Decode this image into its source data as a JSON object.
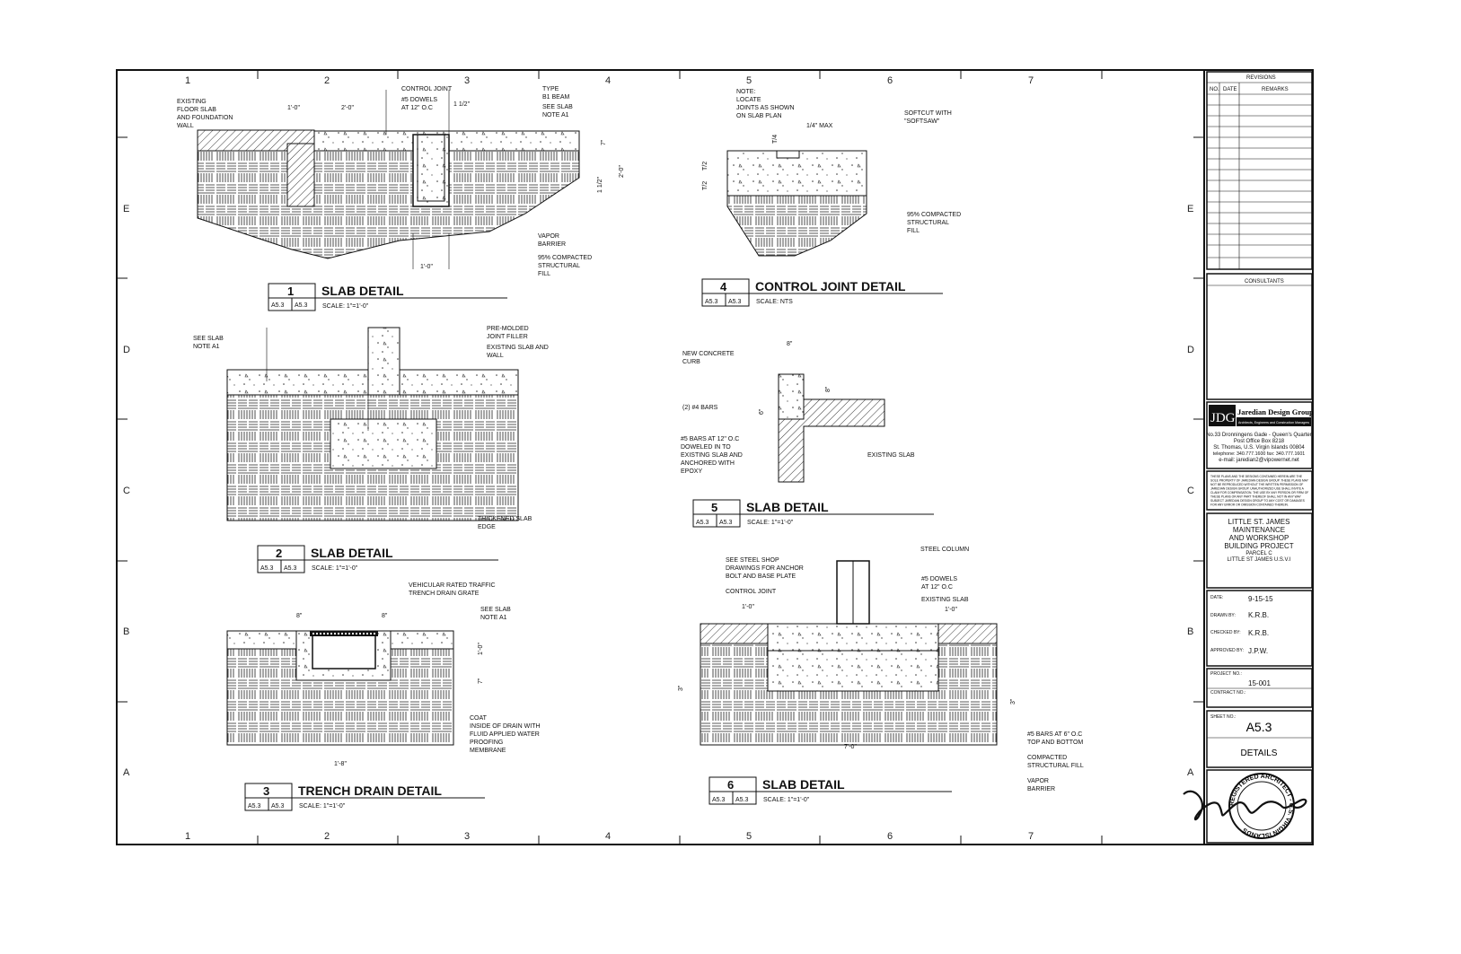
{
  "grid": {
    "columns": [
      "1",
      "2",
      "3",
      "4",
      "5",
      "6",
      "7"
    ],
    "rows": [
      "E",
      "D",
      "C",
      "B",
      "A"
    ]
  },
  "details": [
    {
      "number": "1",
      "title": "SLAB DETAIL",
      "ref1": "A5.3",
      "ref2": "A5.3",
      "scale": "SCALE:  1\"=1'-0\"",
      "notes": [
        "EXISTING",
        "FLOOR SLAB",
        "AND FOUNDATION",
        "WALL",
        "CONTROL JOINT",
        "#5 DOWELS",
        "AT 12\" O.C",
        "TYPE",
        "B1 BEAM",
        "SEE SLAB",
        "NOTE A1",
        "VAPOR",
        "BARRIER",
        "95% COMPACTED",
        "STRUCTURAL",
        "FILL"
      ],
      "dims": [
        "1'-0\"",
        "2'-0\"",
        "1  1/2\"",
        "7\"",
        "2'-0\"",
        "1  1/2\"",
        "1'-0\""
      ]
    },
    {
      "number": "2",
      "title": "SLAB DETAIL",
      "ref1": "A5.3",
      "ref2": "A5.3",
      "scale": "SCALE:  1\"=1'-0\"",
      "notes": [
        "SEE SLAB",
        "NOTE A1",
        "PRE-MOLDED",
        "JOINT FILLER",
        "EXISTING SLAB AND",
        "WALL",
        "THICKENED SLAB",
        "EDGE"
      ]
    },
    {
      "number": "3",
      "title": "TRENCH DRAIN DETAIL",
      "ref1": "A5.3",
      "ref2": "A5.3",
      "scale": "SCALE:  1\"=1'-0\"",
      "notes": [
        "VEHICULAR RATED TRAFFIC",
        "TRENCH  DRAIN GRATE",
        "SEE SLAB",
        "NOTE A1",
        "COAT",
        "INSIDE OF DRAIN WITH",
        "FLUID APPLIED WATER",
        "PROOFING",
        "MEMBRANE"
      ],
      "dims": [
        "8\"",
        "8\"",
        "1'-0\"",
        "7\"",
        "1'-8\""
      ]
    },
    {
      "number": "4",
      "title": "CONTROL JOINT DETAIL",
      "ref1": "A5.3",
      "ref2": "A5.3",
      "scale": "SCALE:  NTS",
      "notes": [
        "NOTE:",
        "LOCATE",
        "JOINTS AS SHOWN",
        "ON  SLAB PLAN",
        "SOFTCUT WITH",
        "\"SOFTSAW\"",
        "95% COMPACTED",
        "STRUCTURAL",
        "FILL"
      ],
      "dims": [
        "1/4\"  MAX",
        "T/4",
        "T/2",
        "T/2"
      ]
    },
    {
      "number": "5",
      "title": "SLAB DETAIL",
      "ref1": "A5.3",
      "ref2": "A5.3",
      "scale": "SCALE:  1\"=1'-0\"",
      "notes": [
        "NEW CONCRETE",
        "CURB",
        "(2) #4 BARS",
        "#5 BARS AT 12\" O.C",
        "DOWELED IN TO",
        "EXISTING SLAB AND",
        "ANCHORED WITH",
        "EPOXY",
        "EXISTING SLAB"
      ],
      "dims": [
        "8\"",
        "8\"",
        "6\""
      ]
    },
    {
      "number": "6",
      "title": "SLAB DETAIL",
      "ref1": "A5.3",
      "ref2": "A5.3",
      "scale": "SCALE:  1\"=1'-0\"",
      "notes": [
        "SEE STEEL SHOP",
        "DRAWINGS FOR ANCHOR",
        "BOLT AND BASE PLATE",
        "CONTROL JOINT",
        "STEEL COLUMN",
        "#5 DOWELS",
        "AT 12\" O.C",
        "EXISTING SLAB",
        "#5 BARS AT 6\" O.C",
        "TOP AND BOTTOM",
        "COMPACTED",
        "STRUCTURAL FILL",
        "VAPOR",
        "BARRIER"
      ],
      "dims": [
        "1'-0\"",
        "1'-0\"",
        "3\"",
        "3\"",
        "7'-0\""
      ]
    }
  ],
  "title_block": {
    "revisions_title": "REVISIONS",
    "rev_cols": [
      "NO.",
      "DATE",
      "REMARKS"
    ],
    "consultants_title": "CONSULTANTS",
    "firm_logo": "JDG",
    "firm_name": "Jaredian Design Group",
    "firm_tagline": "Architects, Engineers and Construction Managers",
    "firm_address": [
      "No.33 Dronningens Gade - Queen's Quarter",
      "Post Office Box 8218",
      "St. Thomas, U.S. Virgin Islands 00804",
      "telephone: 340.777.1600 fax: 340.777.1601",
      "e-mail: jaredian2@vipowernet.net"
    ],
    "disclaimer": [
      "THESE PLANS AND THE DESIGNS CONTAINED HEREIN ARE THE",
      "SOLE PROPERTY OF JAREDIAN DESIGN GROUP.  THESE PLANS MAY",
      "NOT BE REPRODUCED WITHOUT THE WRITTEN PERMISSION OF",
      "JAREDIAN DESIGN GROUP. UNAUTHORIZED USE SHALL INVITE A",
      "CLAIM FOR COMPENSATION. THE USE BY ANY PERSON OR FIRM OF",
      "THESE PLANS OR ANY PART THEREOF SHALL NOT IN ANY WAY",
      "SUBJECT JAREDIAN DESIGN GROUP TO ANY COST OR DAMAGES",
      "FOR ANY ERROR OR OMISSION CONTAINED THEREIN."
    ],
    "project": [
      "LITTLE ST. JAMES",
      "MAINTENANCE",
      "AND WORKSHOP",
      "BUILDING PROJECT"
    ],
    "project_sub": [
      "PARCEL C",
      "LITTLE ST JAMES  U.S.V.I"
    ],
    "date_label": "DATE:",
    "date": "9-15-15",
    "drawn_label": "DRAWN BY:",
    "drawn": "K.R.B.",
    "checked_label": "CHECKED BY:",
    "checked": "K.R.B.",
    "approved_label": "APPROVED BY:",
    "approved": "J.P.W.",
    "project_no_label": "PROJECT NO.:",
    "project_no": "15-001",
    "contract_no_label": "CONTRACT NO.:",
    "sheet_no_label": "SHEET NO.:",
    "sheet_no": "A5.3",
    "sheet_title": "DETAILS",
    "seal_text": "REGISTERED ARCHITECT - U.S. VIRGIN ISLANDS"
  }
}
